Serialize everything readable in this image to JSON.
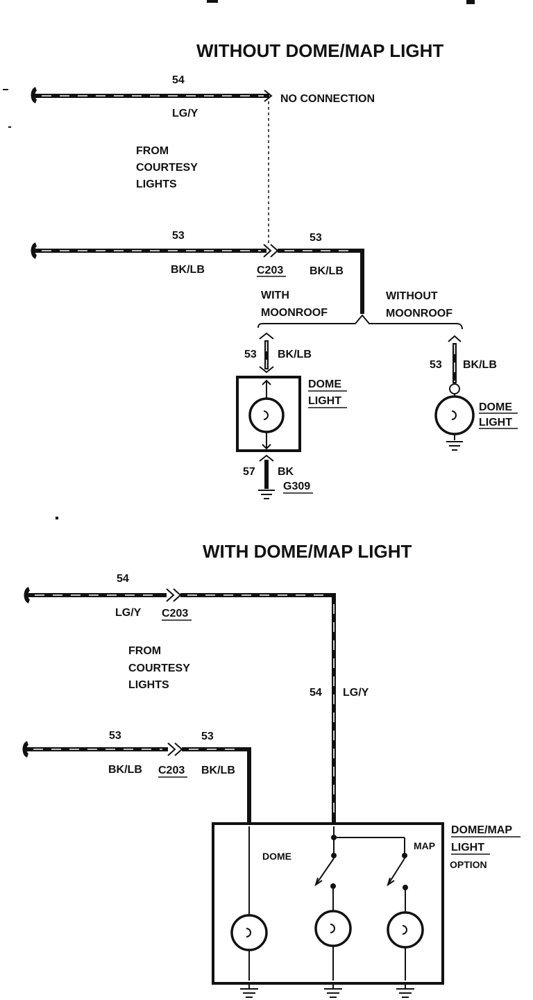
{
  "top": {
    "title": "WITHOUT DOME/MAP LIGHT",
    "wire54_num": "54",
    "wire54_color": "LG/Y",
    "no_connection": "NO CONNECTION",
    "from_courtesy": [
      "FROM",
      "COURTESY",
      "LIGHTS"
    ],
    "wire53_left_num": "53",
    "wire53_left_color": "BK/LB",
    "connector": "C203",
    "wire53_right_num": "53",
    "wire53_right_color": "BK/LB",
    "with_moonroof": [
      "WITH",
      "MOONROOF"
    ],
    "without_moonroof": [
      "WITHOUT",
      "MOONROOF"
    ],
    "branch_left_num": "53",
    "branch_left_color": "BK/LB",
    "dome_light_left": [
      "DOME",
      "LIGHT"
    ],
    "ground_num": "57",
    "ground_color": "BK",
    "ground_id": "G309",
    "branch_right_num": "53",
    "branch_right_color": "BK/LB",
    "dome_light_right": [
      "DOME",
      "LIGHT"
    ]
  },
  "bottom": {
    "title": "WITH DOME/MAP LIGHT",
    "wire54_num": "54",
    "wire54_color": "LG/Y",
    "connector_54": "C203",
    "from_courtesy": [
      "FROM",
      "COURTESY",
      "LIGHTS"
    ],
    "vert54_num": "54",
    "vert54_color": "LG/Y",
    "wire53_left_num": "53",
    "wire53_right_num": "53",
    "wire53_left_color": "BK/LB",
    "connector_53": "C203",
    "wire53_right_color": "BK/LB",
    "dome_label": "DOME",
    "map_label": "MAP",
    "option_title": [
      "DOME/MAP",
      "LIGHT"
    ],
    "option_sub": "OPTION"
  }
}
